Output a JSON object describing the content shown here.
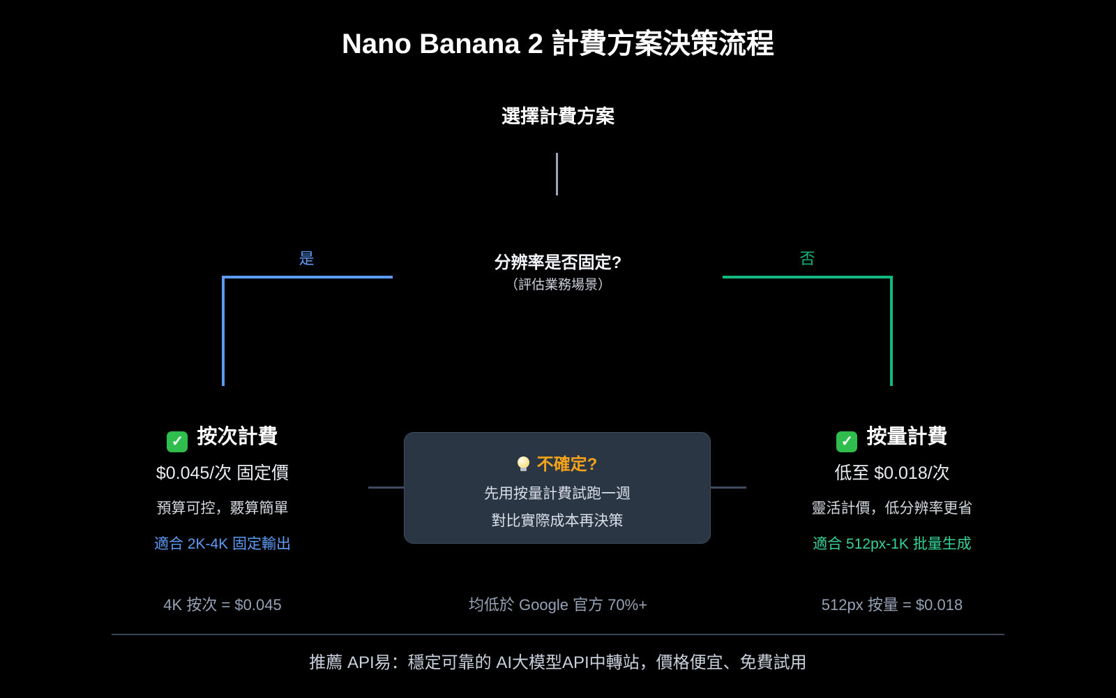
{
  "page": {
    "title": "Nano Banana 2 計費方案決策流程",
    "footer": "推薦 API易：穩定可靠的 AI大模型API中轉站，價格便宜、免費試用"
  },
  "flow": {
    "start": "選擇計費方案",
    "decision": {
      "question": "分辨率是否固定?",
      "note": "（評估業務場景）",
      "yes_label": "是",
      "no_label": "否"
    },
    "left": {
      "title": "按次計費",
      "price": "$0.045/次 固定價",
      "desc": "預算可控，覈算簡單",
      "fit": "適合 2K-4K 固定輸出",
      "stat": "4K 按次 = $0.045"
    },
    "middle": {
      "title": "不確定?",
      "line1": "先用按量計費試跑一週",
      "line2": "對比實際成本再決策",
      "stat": "均低於 Google 官方 70%+"
    },
    "right": {
      "title": "按量計費",
      "price": "低至 $0.018/次",
      "desc": "靈活計價，低分辨率更省",
      "fit": "適合 512px-1K 批量生成",
      "stat": "512px 按量 = $0.018"
    }
  },
  "icons": {
    "check": "✓",
    "bulb": "light-bulb",
    "check_style": "white check on green rounded square",
    "bulb_style": "yellow bulb with gray base"
  },
  "colors": {
    "blue": "#5D9CF6",
    "green": "#10B981",
    "fitGreen": "#36D399",
    "orange": "#F5A31B",
    "price": "#E9ECF1",
    "desc": "#D2D7DE",
    "note": "#CBD2DB",
    "hintText": "#D8DFE8",
    "statText": "#96A2B5",
    "divider": "#3B4556",
    "stub": "#3D4A60",
    "centerline": "#9AA7BD",
    "boxBg": "#2B3645",
    "boxBorder": "#3F4D63",
    "checkGreen": "#2FBE4D",
    "footerText": "#C9D1DC"
  }
}
